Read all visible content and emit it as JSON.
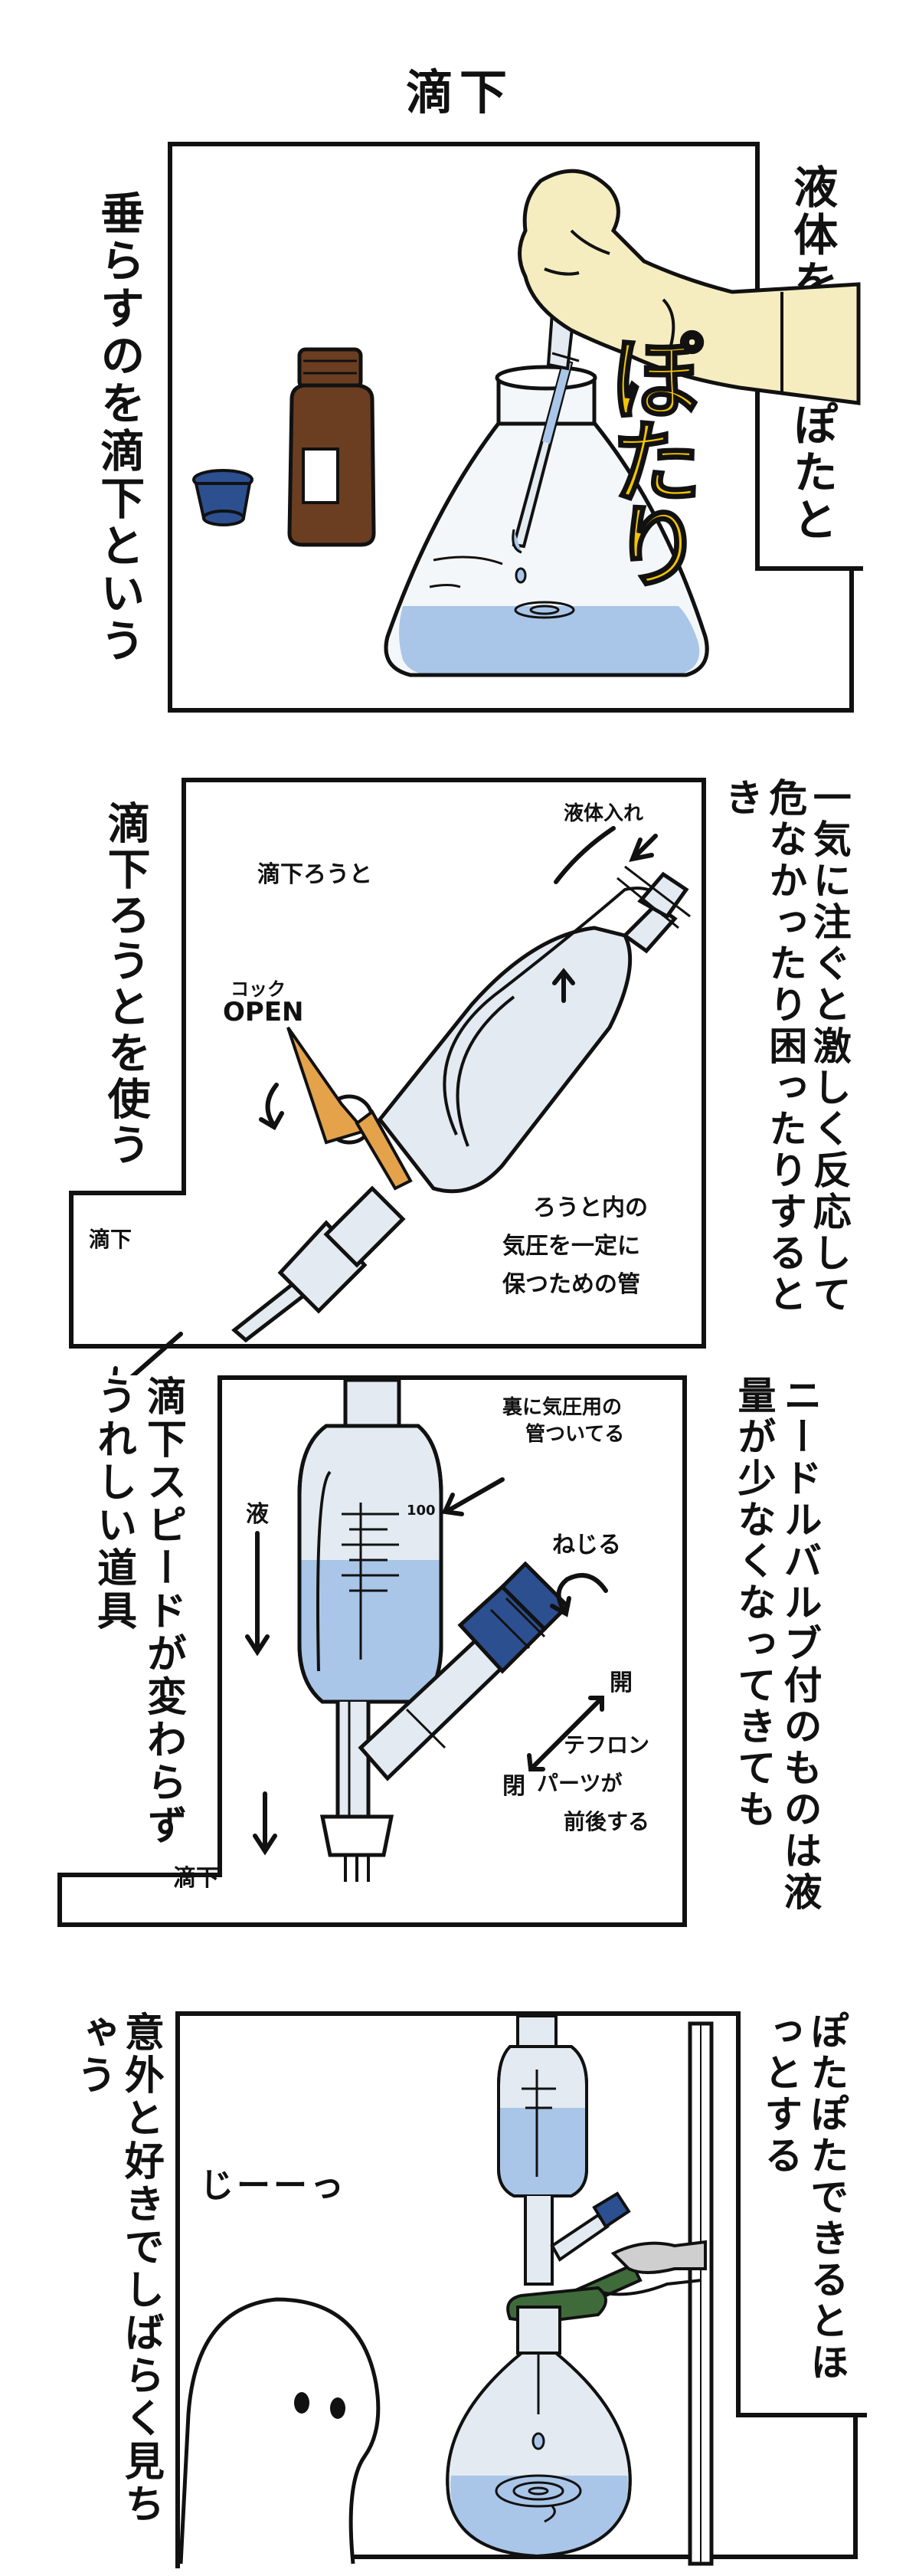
{
  "title": "滴下",
  "panels": [
    {
      "narration_left": "垂らすのを滴下という",
      "narration_right": "液体をぽたぽたと",
      "sfx": "ぽたり"
    },
    {
      "narration_left": "滴下ろうとを使う",
      "narration_right": "一気に注ぐと激しく反応して危なかったり困ったりするとき",
      "label_funnel": "滴下ろうと",
      "label_inlet": "液体入れ",
      "label_cock": "コック",
      "label_open": "OPEN",
      "label_pressure_1": "ろうと内の",
      "label_pressure_2": "気圧を一定に",
      "label_pressure_3": "保つための管",
      "label_drip": "滴下"
    },
    {
      "narration_left": "滴下スピードが変わらずうれしい道具",
      "narration_right": "ニードルバルブ付のものは液量が少なくなってきても",
      "label_back": "裏に気圧用の",
      "label_back_2": "管ついてる",
      "label_scale": "100",
      "label_screw": "ねじる",
      "label_liquid": "液",
      "label_open": "開",
      "label_close": "閉",
      "label_teflon_1": "テフロン",
      "label_teflon_2": "パーツが",
      "label_teflon_3": "前後する",
      "label_drip": "滴下"
    },
    {
      "narration_left": "意外と好きでしばらく見ちゃう",
      "narration_right": "ぽたぽたできるとほっとする",
      "speech": "じーーっ"
    }
  ],
  "colors": {
    "liquid": "#a9c6e8",
    "glass": "#e3eaf1",
    "bottle": "#6b3e22",
    "cap_blue": "#2c4f8f",
    "glove": "#f5edbf",
    "sfx": "#f2c400",
    "clamp_green": "#3f6b3a",
    "teflon": "#e4a24a"
  }
}
